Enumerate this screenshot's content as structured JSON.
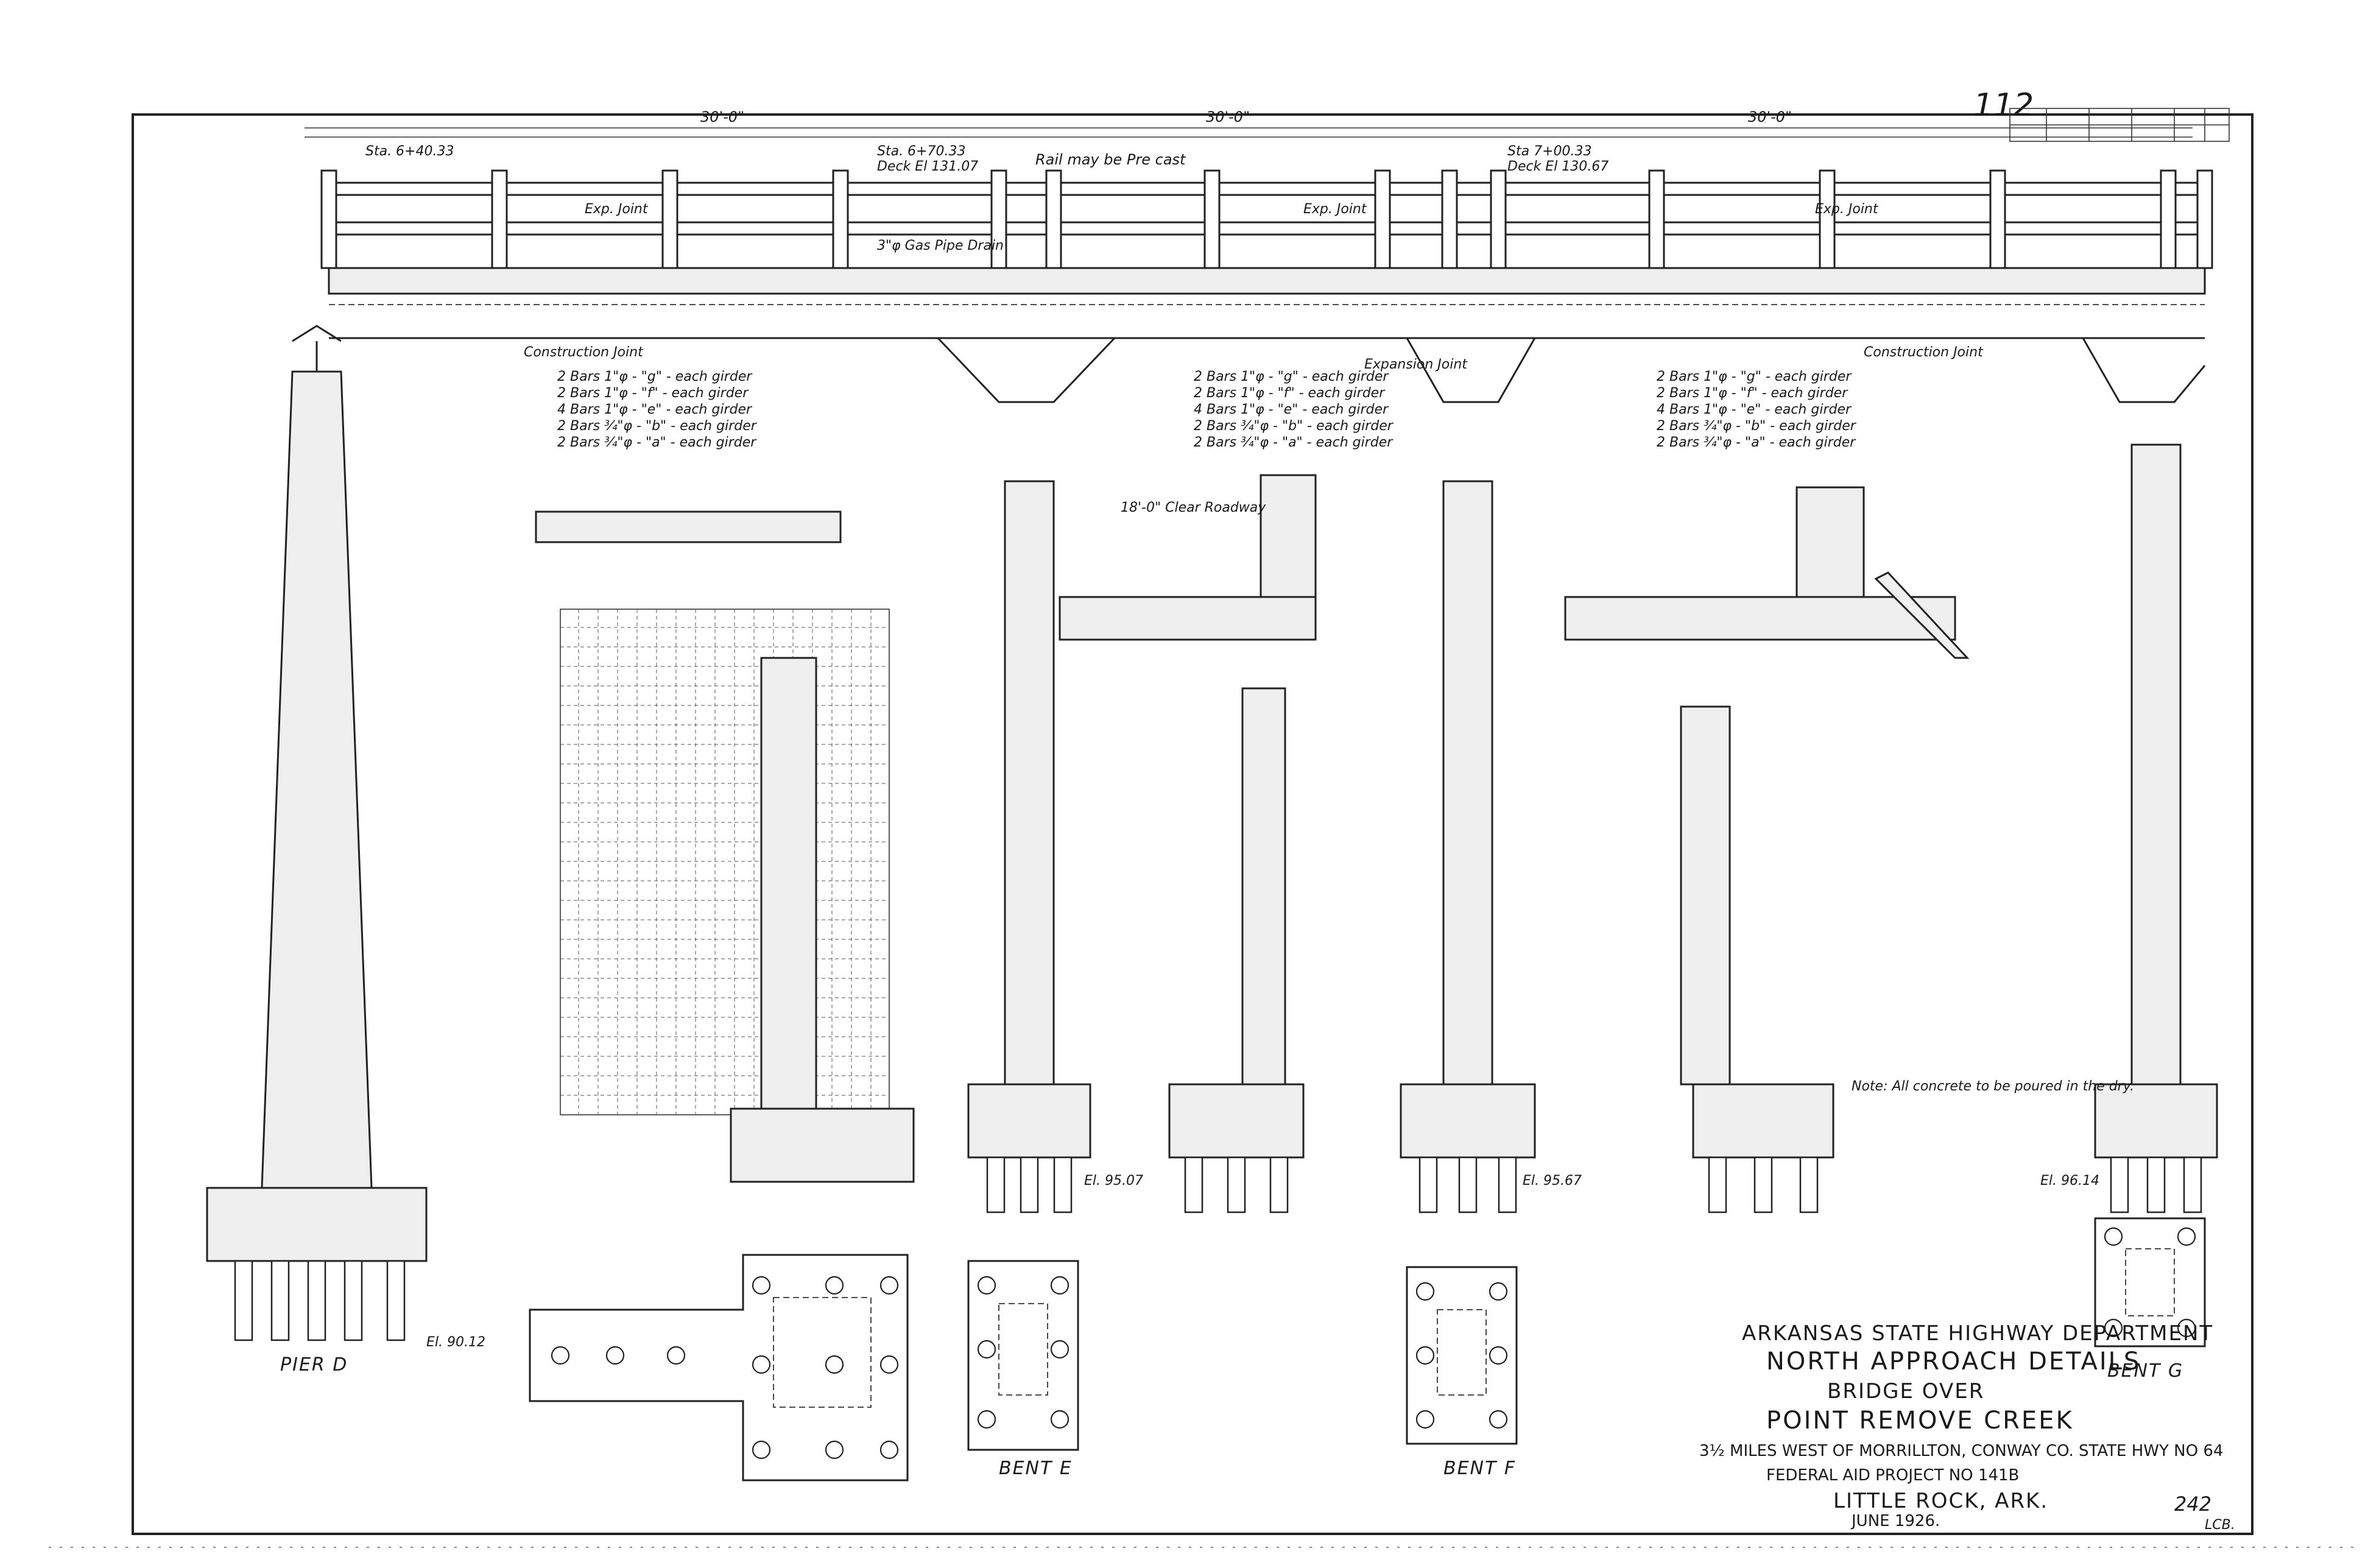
{
  "sheet": {
    "number": "112",
    "page_number": "242",
    "drafter": "LCB."
  },
  "title_block": {
    "line1": "ARKANSAS STATE HIGHWAY DEPARTMENT",
    "line2": "NORTH APPROACH DETAILS",
    "line3": "BRIDGE OVER",
    "line4": "POINT REMOVE CREEK",
    "line5": "3½ MILES WEST OF MORRILLTON, CONWAY CO. STATE HWY NO 64",
    "line6": "FEDERAL AID PROJECT NO 141B",
    "line7": "LITTLE ROCK, ARK.",
    "line8": "JUNE 1926."
  },
  "header": {
    "span1": "30'-0\"",
    "span2": "30'-0\"",
    "span3": "30'-0\"",
    "sta1": "Sta. 6+40.33",
    "sta2": "Sta. 6+70.33",
    "sta2_deck": "Deck El 131.07",
    "sta3": "Sta 7+00.33",
    "sta3_deck": "Deck El 130.67",
    "rail_note": "Rail may be Pre cast"
  },
  "labels": {
    "exp_joint": "Exp. Joint",
    "construction_joint": "Construction Joint",
    "expansion_joint": "Expansion Joint",
    "gas_pipe_drain": "3\"φ Gas Pipe Drain",
    "clear_roadway": "18'-0\" Clear Roadway",
    "note": "Note: All concrete to be poured in the dry."
  },
  "girder_bars": [
    "2 Bars 1\"φ - \"g\" - each girder",
    "2 Bars 1\"φ - \"f\" - each girder",
    "4 Bars 1\"φ - \"e\" - each girder",
    "2 Bars ¾\"φ - \"b\" - each girder",
    "2 Bars ¾\"φ - \"a\" - each girder"
  ],
  "captions": {
    "pier_d": "PIER D",
    "bent_e": "BENT E",
    "bent_f": "BENT F",
    "bent_g": "BENT G"
  },
  "elevations": {
    "pier_d": "El. 90.12",
    "bent_e": "El. 95.07",
    "bent_f": "El. 95.67",
    "bent_g": "El. 96.14"
  }
}
